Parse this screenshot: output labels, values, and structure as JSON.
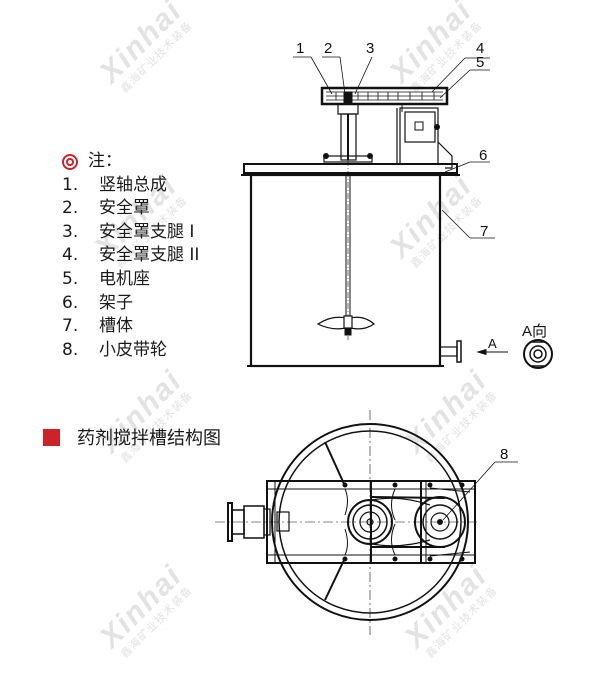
{
  "watermark": {
    "brand": "Xinhai",
    "subtitle": "鑫海矿业技术装备"
  },
  "legend": {
    "header": "注：",
    "bullet_icon": "double-circle-icon",
    "items": [
      {
        "num": "1.",
        "label": "竖轴总成"
      },
      {
        "num": "2.",
        "label": "安全罩"
      },
      {
        "num": "3.",
        "label": "安全罩支腿 I"
      },
      {
        "num": "4.",
        "label": "安全罩支腿 II"
      },
      {
        "num": "5.",
        "label": "电机座"
      },
      {
        "num": "6.",
        "label": "架子"
      },
      {
        "num": "7.",
        "label": "槽体"
      },
      {
        "num": "8.",
        "label": "小皮带轮"
      }
    ]
  },
  "section_title": {
    "icon": "red-square-icon",
    "text": "药剂搅拌槽结构图",
    "accent_color": "#cc2229"
  },
  "drawing": {
    "callouts": [
      "1",
      "2",
      "3",
      "4",
      "5",
      "6",
      "7",
      "8"
    ],
    "view_arrow_label": "A",
    "view_label": "A向"
  }
}
